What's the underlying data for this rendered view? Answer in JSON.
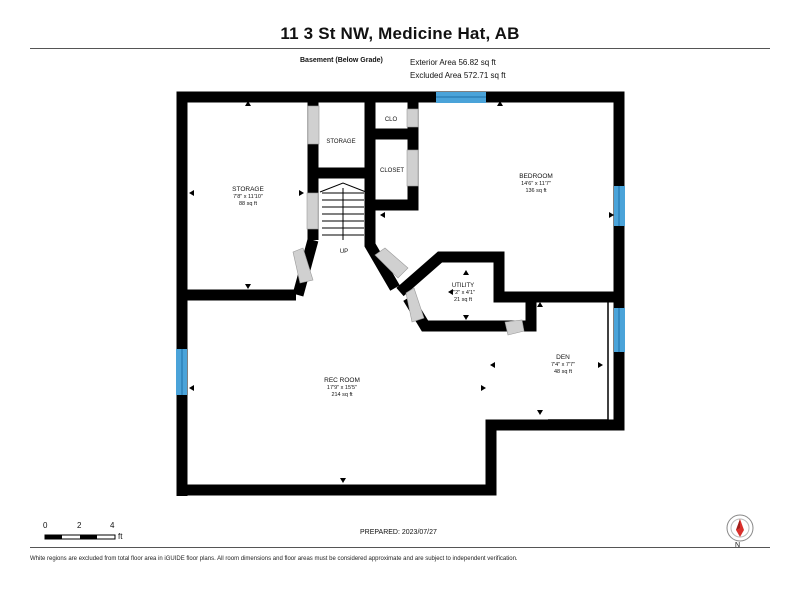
{
  "header": {
    "address": "11 3 St NW, Medicine Hat, AB",
    "floor_label": "Basement (Below Grade)",
    "exterior_area": "Exterior Area 56.82 sq ft",
    "excluded_area": "Excluded Area 572.71 sq ft"
  },
  "rooms": {
    "storage_left": {
      "name": "STORAGE",
      "dims": "7'8\" x 11'10\"",
      "area": "88 sq ft"
    },
    "storage_small": {
      "name": "STORAGE"
    },
    "clo": {
      "name": "CLO"
    },
    "closet": {
      "name": "CLOSET"
    },
    "bedroom": {
      "name": "BEDROOM",
      "dims": "14'6\" x 11'7\"",
      "area": "136 sq ft"
    },
    "utility": {
      "name": "UTILITY",
      "dims": "7'2\" x 4'1\"",
      "area": "21 sq ft"
    },
    "den": {
      "name": "DEN",
      "dims": "7'4\" x 7'7\"",
      "area": "48 sq ft"
    },
    "rec_room": {
      "name": "REC ROOM",
      "dims": "17'9\" x 15'5\"",
      "area": "214 sq ft"
    },
    "stairs": {
      "label": "UP"
    }
  },
  "scale": {
    "ticks": [
      "0",
      "2",
      "4"
    ],
    "unit": "ft"
  },
  "compass": {
    "label": "N"
  },
  "prepared": "PREPARED: 2023/07/27",
  "footer_note": "White regions are excluded from total floor area in iGUIDE floor plans. All room dimensions and floor areas must be considered approximate and are subject to independent verification.",
  "colors": {
    "wall": "#000000",
    "window": "#4aa3d9",
    "door": "#d0d0d0",
    "compass_red": "#d9302c"
  }
}
